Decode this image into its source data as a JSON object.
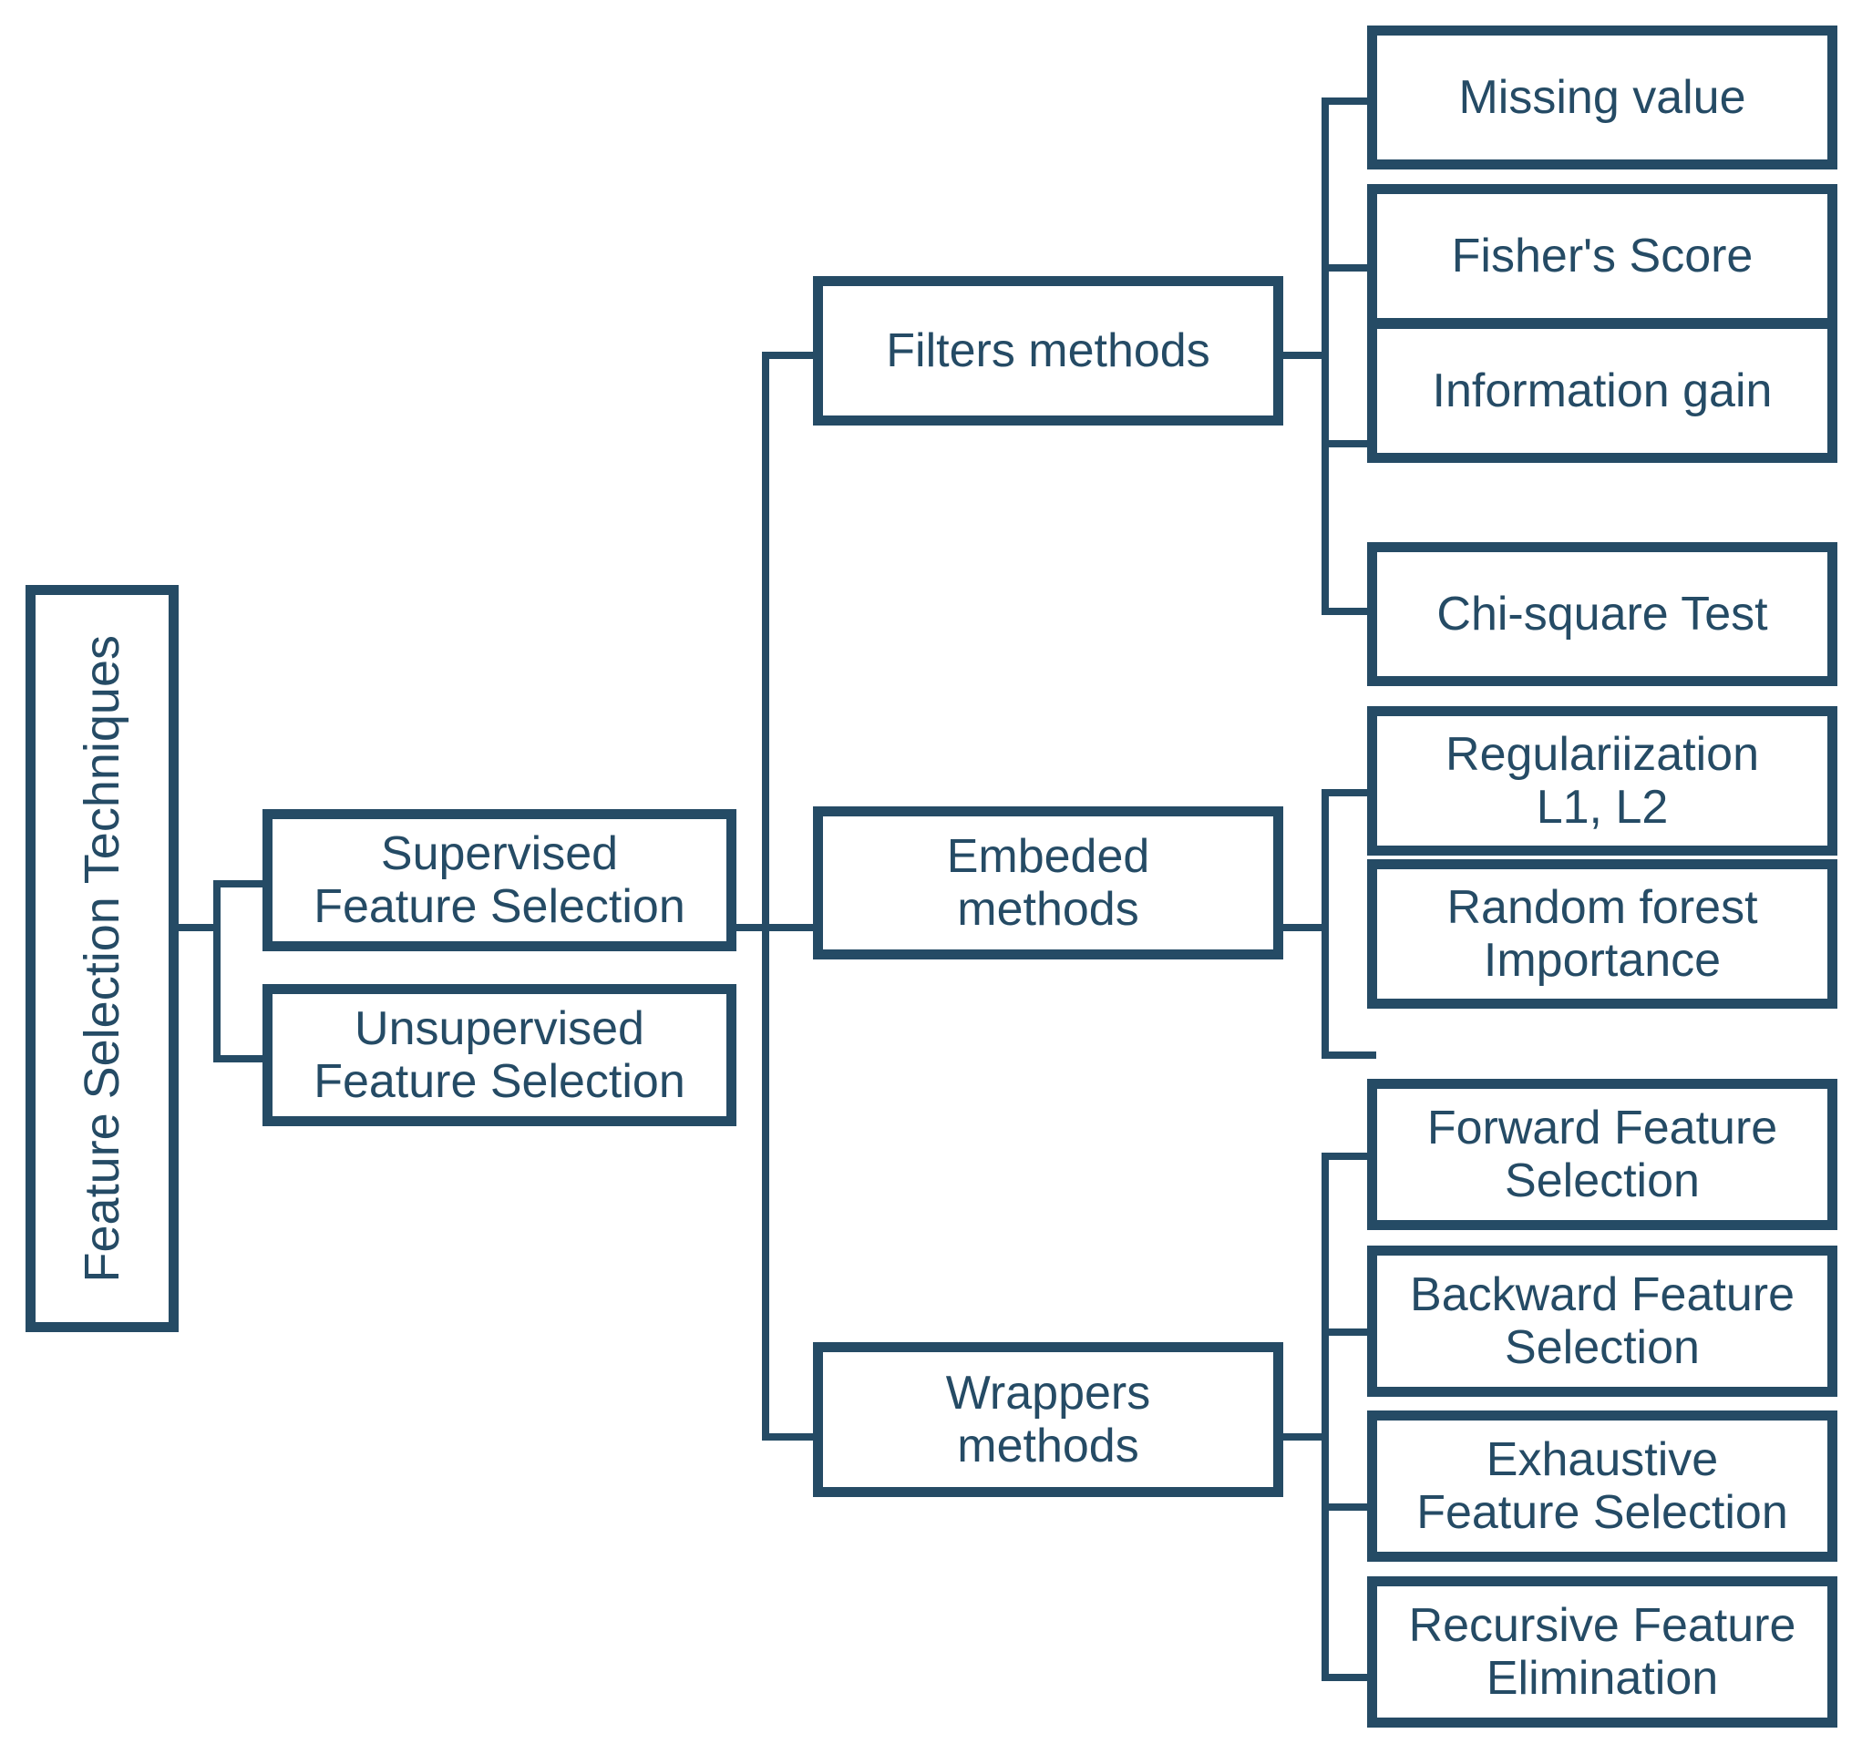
{
  "diagram": {
    "title": "Feature Selection Techniques taxonomy",
    "colors": {
      "line": "#254B65",
      "box_border": "#254B65",
      "box_fill": "#FFFFFF",
      "text": "#254B65",
      "background": "#FFFFFF"
    },
    "root": {
      "label": "Feature Selection Techniques",
      "orientation": "vertical"
    },
    "level1": [
      {
        "label": "Supervised\nFeature Selection"
      },
      {
        "label": "Unsupervised\nFeature Selection"
      }
    ],
    "level2": [
      {
        "label": "Filters methods"
      },
      {
        "label": "Embeded\nmethods"
      },
      {
        "label": "Wrappers\nmethods"
      }
    ],
    "filters_children": [
      {
        "label": "Missing value"
      },
      {
        "label": "Fisher's Score"
      },
      {
        "label": "Information gain"
      },
      {
        "label": "Chi-square Test"
      }
    ],
    "embeded_children": [
      {
        "label": "Regulariization\nL1, L2"
      },
      {
        "label": "Random forest\nImportance"
      }
    ],
    "wrappers_children": [
      {
        "label": "Forward Feature\nSelection"
      },
      {
        "label": "Backward Feature\nSelection"
      },
      {
        "label": "Exhaustive\nFeature Selection"
      },
      {
        "label": "Recursive Feature\nElimination"
      }
    ]
  }
}
